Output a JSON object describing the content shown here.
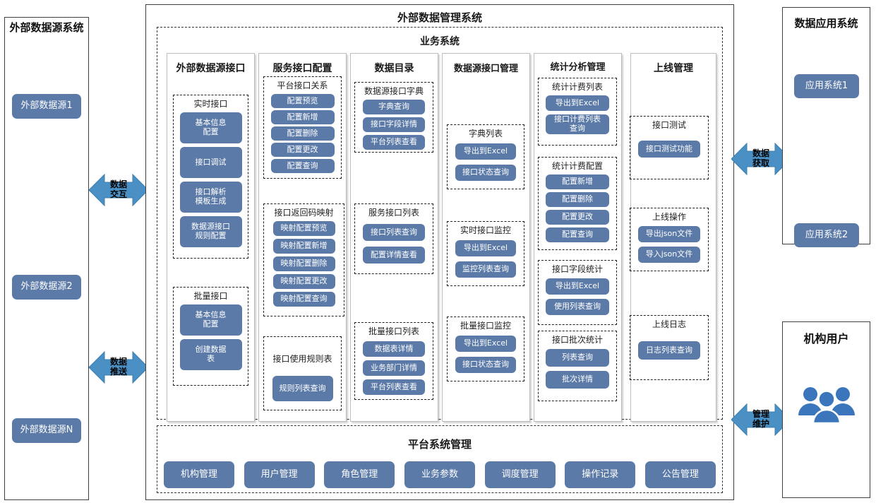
{
  "colors": {
    "button": "#5b7aa8",
    "arrow": "#4a90c4",
    "icon": "#3b76bd"
  },
  "main": {
    "title": "外部数据管理系统",
    "business_title": "业务系统",
    "columns": [
      {
        "title": "外部数据源接口",
        "groups": [
          {
            "title": "实时接口",
            "buttons": [
              "基本信息\n配置",
              "接口调试",
              "接口解析\n模板生成",
              "数据源接口\n规则配置"
            ]
          },
          {
            "title": "批量接口",
            "buttons": [
              "基本信息\n配置",
              "创建数据\n表"
            ]
          }
        ]
      },
      {
        "title": "服务接口配置",
        "groups": [
          {
            "title": "平台接口关系",
            "buttons": [
              "配置预览",
              "配置新增",
              "配置删除",
              "配置更改",
              "配置查询"
            ]
          },
          {
            "title": "接口返回码映射",
            "buttons": [
              "映射配置预览",
              "映射配置新增",
              "映射配置删除",
              "映射配置更改",
              "映射配置查询"
            ]
          },
          {
            "title": "接口使用规则表",
            "buttons": [
              "规则列表查询"
            ]
          }
        ]
      },
      {
        "title": "数据目录",
        "groups": [
          {
            "title": "数据源接口字典",
            "buttons": [
              "字典查询",
              "接口字段详情",
              "平台列表查看"
            ]
          },
          {
            "title": "服务接口列表",
            "buttons": [
              "接口列表查询",
              "配置详情查看"
            ]
          },
          {
            "title": "批量接口列表",
            "buttons": [
              "数据表详情",
              "业务部门详情",
              "平台列表查看"
            ]
          }
        ]
      },
      {
        "title": "数据源接口管理",
        "groups": [
          {
            "title": "字典列表",
            "buttons": [
              "导出到Excel",
              "接口状态查询"
            ]
          },
          {
            "title": "实时接口监控",
            "buttons": [
              "导出到Excel",
              "监控列表查询"
            ]
          },
          {
            "title": "批量接口监控",
            "buttons": [
              "导出到Excel",
              "接口状态查询"
            ]
          }
        ]
      },
      {
        "title": "统计分析管理",
        "groups": [
          {
            "title": "统计计费列表",
            "buttons": [
              "导出到Excel",
              "接口计费列表\n查询"
            ]
          },
          {
            "title": "统计计费配置",
            "buttons": [
              "配置新增",
              "配置删除",
              "配置更改",
              "配置查询"
            ]
          },
          {
            "title": "接口字段统计",
            "buttons": [
              "导出到Excel",
              "使用列表查询"
            ]
          },
          {
            "title": "接口批次统计",
            "buttons": [
              "列表查询",
              "批次详情"
            ]
          }
        ]
      },
      {
        "title": "上线管理",
        "groups": [
          {
            "title": "接口测试",
            "buttons": [
              "接口测试功能"
            ]
          },
          {
            "title": "上线操作",
            "buttons": [
              "导出json文件",
              "导入json文件"
            ]
          },
          {
            "title": "上线日志",
            "buttons": [
              "日志列表查询"
            ]
          }
        ]
      }
    ],
    "platform": {
      "title": "平台系统管理",
      "buttons": [
        "机构管理",
        "用户管理",
        "角色管理",
        "业务参数",
        "调度管理",
        "操作记录",
        "公告管理"
      ]
    }
  },
  "left_panel": {
    "title": "外部数据源系统",
    "items": [
      "外部数据源1",
      "外部数据源2",
      "外部数据源N"
    ]
  },
  "right_top_panel": {
    "title": "数据应用系统",
    "items": [
      "应用系统1",
      "应用系统2"
    ]
  },
  "right_bottom_panel": {
    "title": "机构用户",
    "icon": "users-group-icon"
  },
  "arrows": [
    {
      "id": "data-exchange",
      "line1": "数据",
      "line2": "交互"
    },
    {
      "id": "data-push",
      "line1": "数据",
      "line2": "推送"
    },
    {
      "id": "data-fetch",
      "line1": "数据",
      "line2": "获取"
    },
    {
      "id": "manage-maintain",
      "line1": "管理",
      "line2": "维护"
    }
  ]
}
